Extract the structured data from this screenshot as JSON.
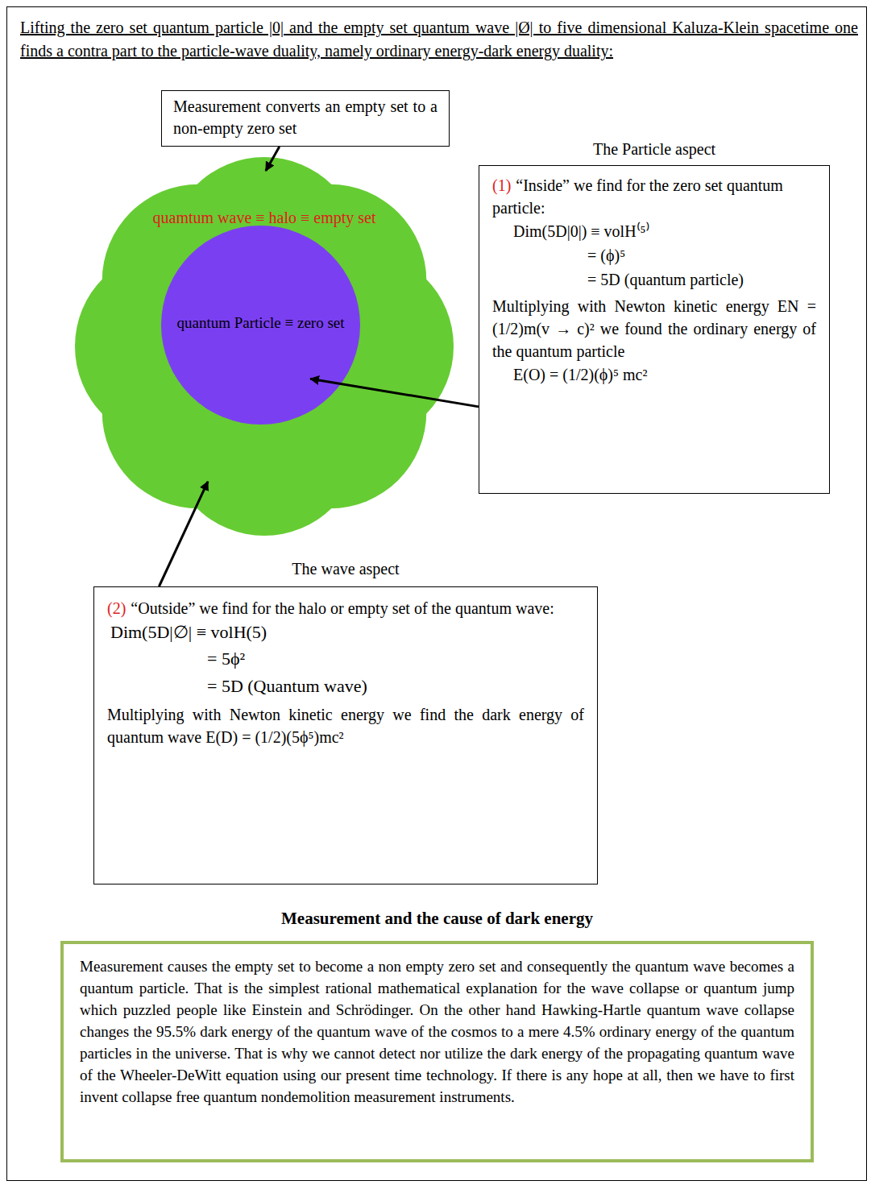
{
  "diagram": {
    "title": "Lifting the zero set quantum particle |0| and the empty set quantum wave |Ø| to five dimensional Kaluza-Klein spacetime one finds a contra part to the particle-wave duality, namely ordinary energy-dark energy duality:",
    "nodes": [
      {
        "text": [
          "Measurement converts an empty set to a non-empty zero set"
        ]
      },
      {
        "text": [
          "quamtum wave ≡ halo ≡ empty set"
        ]
      },
      {
        "text": [
          "quantum Particle ≡ zero set"
        ],
        "in": 1
      },
      {
        "text": [
          "The Particle aspect",
          "(1)",
          "“Inside” we find for the zero set quantum particle:",
          "Dim(5D|0|) ≡ volH⁽⁵⁾",
          "= (ϕ)⁵",
          "= 5D (quantum particle)",
          "Multiplying with Newton kinetic energy EN = (1/2)m(v → c)² we found the ordinary energy of the quantum particle",
          "E(O) = (1/2)(ϕ)⁵ mc²"
        ]
      },
      {
        "text": [
          "The wave aspect",
          "(2)",
          "“Outside” we find for the halo or empty set of the quantum wave:",
          "Dim(5D|∅| ≡ volH(5)",
          "= 5ϕ²",
          "= 5D (Quantum wave)",
          "Multiplying with Newton kinetic energy we find the dark energy of quantum wave E(D) = (1/2)(5ϕ⁵)mc²"
        ]
      },
      {
        "text": [
          "Measurement and the cause of dark energy",
          "Measurement causes the empty set to become a non empty zero set and consequently the quantum wave becomes a quantum particle. That is the simplest rational mathematical explanation for the wave collapse or quantum jump which puzzled people like Einstein and Schrödinger. On the other hand Hawking-Hartle quantum wave collapse changes the 95.5% dark energy of the quantum wave of the cosmos to a mere 4.5% ordinary energy of the quantum particles in the universe. That is why we cannot detect nor utilize the dark energy of the propagating quantum wave of the Wheeler-DeWitt equation using our present time technology. If there is any hope at all, then we have to first invent collapse free quantum nondemolition measurement instruments."
        ]
      }
    ],
    "edges": [
      {
        "from": 0,
        "to": 1,
        "arrow": "to"
      },
      {
        "from": 3,
        "to": 2,
        "arrow": "to"
      },
      {
        "from": 4,
        "to": 1,
        "arrow": "to"
      }
    ]
  }
}
